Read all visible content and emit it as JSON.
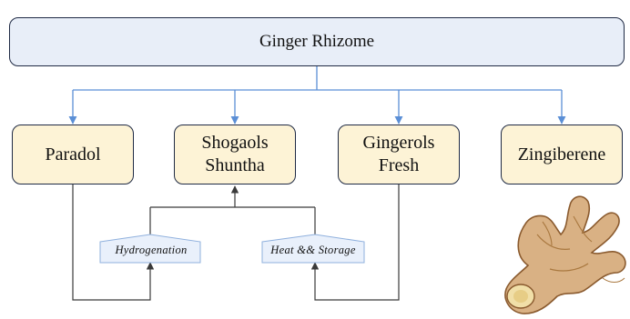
{
  "root": {
    "label": "Ginger Rhizome"
  },
  "children": [
    {
      "line1": "Paradol",
      "line2": ""
    },
    {
      "line1": "Shogaols",
      "line2": "Shuntha"
    },
    {
      "line1": "Gingerols",
      "line2": "Fresh"
    },
    {
      "line1": "Zingiberene",
      "line2": ""
    }
  ],
  "processes": {
    "hydrogenation": "Hydrogenation",
    "heat_storage": "Heat && Storage"
  },
  "colors": {
    "root_fill": "#e8eef8",
    "child_fill": "#fdf3d6",
    "arrow_blue": "#5b8fd6",
    "line_dark": "#3a3a3a",
    "tag_fill": "#e9f0fb"
  },
  "illustration": {
    "icon": "ginger-root-icon"
  }
}
